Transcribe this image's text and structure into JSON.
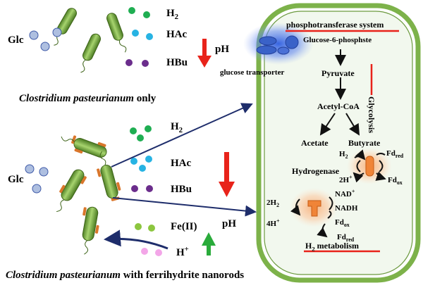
{
  "top_panel": {
    "glc": "Glc",
    "h2_base": "H",
    "h2_sub": "2",
    "hac": "HAc",
    "hbu": "HBu",
    "ph": "pH",
    "caption_italic": "Clostridium pasteurianum",
    "caption_rest": " only"
  },
  "bottom_panel": {
    "glc": "Glc",
    "h2_base": "H",
    "h2_sub": "2",
    "hac": "HAc",
    "hbu": "HBu",
    "fe": "Fe(II)",
    "hplus_base": "H",
    "hplus_sup": "+",
    "ph": "pH",
    "caption_italic": "Clostridium pasteurianum",
    "caption_rest": " with ferrihydrite nanorods"
  },
  "cell": {
    "pts": "phosphotransferase system",
    "g6p": "Glucose-6-phosphste",
    "transporter": "glucose transporter",
    "pyruvate": "Pyruvate",
    "glycolysis": "Glycolysis",
    "acetyl_coa": "Acetyl-CoA",
    "acetate": "Acetate",
    "butyrate": "Butyrate",
    "h2_base": "H",
    "h2_sub": "2",
    "fd": "Fd",
    "red": "red",
    "ox": "ox",
    "hydrogenase": "Hydrogenase",
    "twoh_base": "2H",
    "twoh_sup": "+",
    "nad_base": "NAD",
    "nad_sup": "+",
    "nadh": "NADH",
    "twoh2_base": "2H",
    "twoh2_sub": "2",
    "fourh_base": "4H",
    "fourh_sup": "+",
    "metab_base": "H",
    "metab_sub": "2",
    "metab_rest": " metabolism"
  },
  "colors": {
    "cell_border": "#7db24a",
    "cell_fill": "#f2f8ee",
    "bacterium": "#6ea43c",
    "nanorod": "#d9762b",
    "h2_dot": "#1fae52",
    "hac_dot": "#27b3e3",
    "hbu_dot": "#6b2d8c",
    "glc_dot": "#aebfe0",
    "fe_dot": "#8cc63f",
    "hplus_dot": "#f3a6e8",
    "arrow_down": "#e8231a",
    "arrow_up": "#2aab3b",
    "underline": "#e8231a",
    "pathway_arrow": "#1e2d6b",
    "enzyme": "#f08437"
  },
  "icons": [
    "bacterium-icon",
    "nanorod-icon",
    "transporter-icon",
    "hydrogenase-icon",
    "nadh-enzyme-icon"
  ]
}
